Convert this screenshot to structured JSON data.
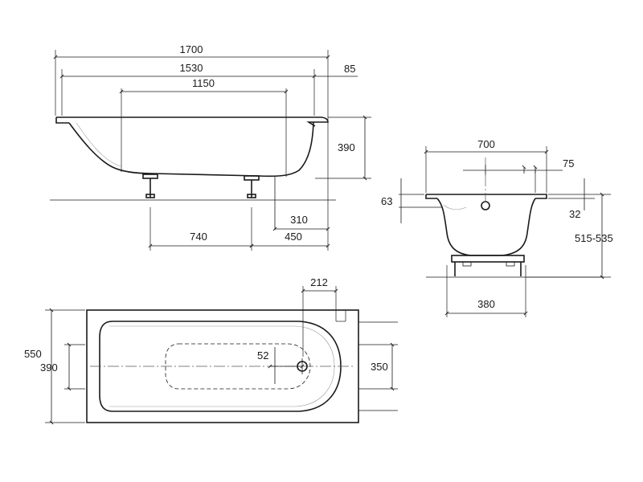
{
  "colors": {
    "line": "#1a1a1a",
    "background": "#ffffff"
  },
  "side_view": {
    "dims": {
      "overall_length": "1700",
      "inner_top_length": "1530",
      "inner_bottom_length": "1150",
      "rim_overhang": "85",
      "height": "390",
      "foot_spacing": "740",
      "drain_offset": "310",
      "foot_to_end": "450"
    }
  },
  "end_view": {
    "dims": {
      "width": "700",
      "rim_offset": "75",
      "rim_height": "63",
      "rim_thickness": "32",
      "total_height": "515-535",
      "foot_width": "380"
    }
  },
  "plan_view": {
    "dims": {
      "drain_from_end": "212",
      "drain_offset": "52",
      "outer_width": "550",
      "inner_width_left": "390",
      "inner_width_right": "350"
    }
  }
}
